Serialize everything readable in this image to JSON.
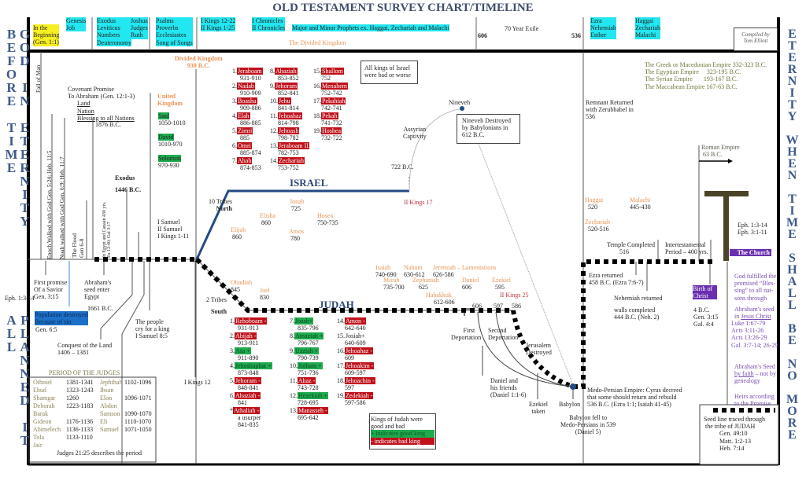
{
  "title": "OLD TESTAMENT SURVEY CHART/TIMELINE",
  "left_banner": {
    "top": "GOD IN ETERNITY BEFORE TIME",
    "ref": "Eph. 1:3-14",
    "bottom": "PLANNED IT ALL"
  },
  "right_banner": "ETERNITY WHEN TIME SHALL BE NO MORE",
  "colors": {
    "good": "#1faa4e",
    "bad": "#c0101a",
    "israel": "#234a82",
    "purple": "#6a2fb0",
    "cyan": "#22e6f0",
    "yellow": "#f7f020"
  },
  "header": {
    "beginning": [
      "In the",
      "Beginning",
      "(Gen. 1:1)"
    ],
    "genesis": [
      "Genesis",
      "Job"
    ],
    "pentateuch": [
      "Exodus",
      "Leviticus",
      "Numbers",
      "Deuteronomy"
    ],
    "history": [
      "Joshua",
      "Judges",
      "Ruth"
    ],
    "poetry": [
      "Psalms",
      "Proverbs",
      "Ecclesiastes",
      "Song of Songs"
    ],
    "kings": [
      "I Kings 12-22",
      "II Kings 1-25"
    ],
    "chronicles": [
      "I Chronicles",
      "II Chronicles"
    ],
    "prophets": "Major and Minor Prophets ex. Haggai, Zechariah and Malachi",
    "divided": "The Divided Kingdom",
    "exile_start": "606",
    "exile": "70 Year Exile",
    "exile_end": "536",
    "return_books": [
      "Ezra",
      "Nehemiah",
      "Esther"
    ],
    "post_prophets": [
      "Haggai",
      "Zechariah",
      "Malachi"
    ],
    "compiled": [
      "Compiled by",
      "Tom Elliott"
    ]
  },
  "early": {
    "fall": "Fall of Man",
    "enoch": "Enoch Walked with God Gen. 5:24; Heb. 11:5",
    "noah": "Noah walked with God Gen. 6:9; Heb. 11:7",
    "flood": [
      "The Flood",
      "Gen 6-8"
    ],
    "egypt": [
      "In Egypt and Canaan 430 yrs.",
      "Ex 12:40; Gal 3:17"
    ],
    "covenant": [
      "Covenant Promise",
      "To Abraham   (Gen. 12:1-3)"
    ],
    "covenant_items": [
      "Land",
      "Nation",
      "Blessing to all Nations"
    ],
    "covenant_date": "1876 B.C.",
    "exodus": [
      "Exodus",
      "1446 B.C."
    ],
    "united": [
      "United",
      "Kingdom"
    ],
    "united_kings": [
      {
        "name": "Saul",
        "dates": "1050-1010"
      },
      {
        "name": "David",
        "dates": "1010-970"
      },
      {
        "name": "Solomon",
        "dates": "970-930"
      }
    ],
    "samuel": [
      "I Samuel",
      "II Samuel",
      "I Kings 1-11"
    ],
    "divided": [
      "Divided Kingdom",
      "930 B.C."
    ],
    "first_promise": [
      "First promise",
      "Of a Savior",
      "Gen. 3:15"
    ],
    "population": [
      "Population destroyed",
      "Because of sin"
    ],
    "population_ref": "Gen. 6:5",
    "abraham_egypt": [
      "Abraham's",
      "seed enter",
      "Egypt"
    ],
    "abraham_date": "1661 B.C.",
    "conquest": [
      "Conquest of the Land",
      "1406 – 1381"
    ],
    "people_cry": [
      "The people",
      "cry for a king",
      "I Samuel 8:5"
    ],
    "ikings12": "I Kings 12"
  },
  "judges": {
    "title": "PERIOD OF  THE JUDGES",
    "rows": [
      [
        "Othniel",
        "1381-1341",
        "Jephthah",
        "1102-1096"
      ],
      [
        "Ehud",
        "1323-1243",
        "Ibsan",
        ""
      ],
      [
        "Shamgar",
        "1260",
        "Elon",
        "1096-1071"
      ],
      [
        "Deborah",
        "1223-1183",
        "Abdon",
        ""
      ],
      [
        "Barak",
        "",
        "Samson",
        "1090-1070"
      ],
      [
        "Gideon",
        "1176-1136",
        "Eli",
        "1110-1070"
      ],
      [
        "Abimelech",
        "1136-1133",
        "Samuel",
        "1071-1050"
      ],
      [
        "Tola",
        "1133-1110",
        "",
        ""
      ],
      [
        "Jair",
        "",
        "",
        ""
      ]
    ],
    "footer": "Judges 21:25 describes the period"
  },
  "israel": {
    "label": "ISRAEL",
    "tribes": [
      "10 Tribes",
      "North"
    ],
    "note": "All kings of Israel were bad or worse",
    "end_ref": "II Kings 17",
    "end_date": "722 B.C.",
    "captivity": [
      "Assyrian",
      "Captivity"
    ],
    "nineveh": "Nineveh",
    "nineveh_note": "Nineveh Destroyed by Babylonians in 612 B.C.",
    "prophets": [
      {
        "name": "Elijah",
        "dates": "860"
      },
      {
        "name": "Elisha",
        "dates": "860"
      },
      {
        "name": "Jonah",
        "dates": "725"
      },
      {
        "name": "Amos",
        "dates": "780"
      },
      {
        "name": "Hosea",
        "dates": "750-735"
      }
    ],
    "kings": [
      [
        "1.",
        "Jeraboam",
        "931-910"
      ],
      [
        "2.",
        "Nadab",
        "910-909"
      ],
      [
        "3.",
        "Boasha",
        "909-886"
      ],
      [
        "4.",
        "Elah",
        "886-885"
      ],
      [
        "5.",
        "Zimri",
        "885"
      ],
      [
        "6.",
        "Omri",
        "885-874"
      ],
      [
        "7.",
        "Ahab",
        "874-853"
      ],
      [
        "8.",
        "Ahaziah",
        "853-852"
      ],
      [
        "9.",
        "Jehoram",
        "852-841"
      ],
      [
        "10.",
        "Jehu",
        "841-814"
      ],
      [
        "11.",
        "Jehoahaz",
        "814-798"
      ],
      [
        "12.",
        "Jehoash",
        "798-782"
      ],
      [
        "13.",
        "Jeraboam II",
        "782-753"
      ],
      [
        "14.",
        "Zechariah",
        "753-752"
      ],
      [
        "15.",
        "Shallom",
        "752"
      ],
      [
        "16.",
        "Menahem",
        "752-742"
      ],
      [
        "17.",
        "Pekahiah",
        "742-741"
      ],
      [
        "18.",
        "Pekah",
        "741-732"
      ],
      [
        "19.",
        "Hoshea",
        "732-722"
      ]
    ]
  },
  "judah": {
    "label": "JUDAH",
    "tribes": [
      "2 Tribes",
      "South"
    ],
    "prophets_early": [
      {
        "name": "Obadiah",
        "dates": "845"
      },
      {
        "name": "Joel",
        "dates": "830"
      }
    ],
    "prophets": [
      {
        "name": "Isaiah",
        "dates": "740-690"
      },
      {
        "name": "Nahum",
        "dates": "630-612"
      },
      {
        "name": "Jeremiah – Lamentations",
        "dates": "626-586"
      },
      {
        "name": "Micah",
        "dates": "735-700"
      },
      {
        "name": "Zephaniah",
        "dates": "625"
      },
      {
        "name": "Daniel",
        "dates": "606"
      },
      {
        "name": "Ezekiel",
        "dates": "595"
      },
      {
        "name": "Habakkuk",
        "dates": "612-606"
      }
    ],
    "end_ref": "II Kings 25",
    "dates": [
      "606",
      "597",
      "586"
    ],
    "first_dep": [
      "First",
      "Deportation"
    ],
    "second_dep": [
      "Second",
      "Deportation"
    ],
    "jerusalem": [
      "Jerusalem",
      "Destroyed"
    ],
    "daniel": [
      "Daniel and",
      "his friends",
      "(Daniel 1:1-6)"
    ],
    "ezekiel": [
      "Ezekiel",
      "taken"
    ],
    "babylon": "Babylon",
    "babylon_fell": [
      "Babylon fell to",
      "Medo-Persians in 539",
      "(Daniel 5)"
    ],
    "legend": {
      "title": [
        "Kings of Judah were",
        "good and bad"
      ],
      "good": "+ indicates good king",
      "bad": "-  indicates bad king"
    },
    "kings": [
      [
        "1.",
        "Rehoboam -",
        "931-913",
        false
      ],
      [
        "2.",
        "Abijah -",
        "913-911",
        false
      ],
      [
        "3.",
        "Asa +",
        "911-890",
        true
      ],
      [
        "4.",
        "Jehoshaphat +",
        "873-848",
        true
      ],
      [
        "5.",
        "Jehoram -",
        "848-841",
        false
      ],
      [
        "6.",
        "Ahaziah -",
        "841",
        false
      ],
      [
        "*",
        "Athaliah -",
        "a usurper 841-835",
        false
      ],
      [
        "7.",
        "Joash+",
        "835-796",
        true
      ],
      [
        "8.",
        "Amaziah +",
        "796-767",
        true
      ],
      [
        "9.",
        "Uzziah +",
        "790-739",
        true
      ],
      [
        "10.",
        "Jotham +",
        "751-736",
        true
      ],
      [
        "11.",
        "Ahaz -",
        "743-728",
        false
      ],
      [
        "12.",
        "Hezekiah +",
        "728-695",
        true
      ],
      [
        "13.",
        "Manasseh -",
        "695-642",
        false
      ],
      [
        "14.",
        "Amon -",
        "642-640",
        false
      ],
      [
        "15.",
        "Josiah+",
        "640-609",
        null
      ],
      [
        "16.",
        "Jehoahaz -",
        "609",
        false
      ],
      [
        "17.",
        "Jehoakim -",
        "609-597",
        false
      ],
      [
        "18.",
        "Jehoachin -",
        "597",
        false
      ],
      [
        "19.",
        "Zedekiah -",
        "597-586",
        false
      ]
    ]
  },
  "post_exile": {
    "empires": [
      "The Greek or Macedonian Empire 332-323 B.C.",
      "The Egyptian Empire     323-195 B.C.",
      "The Syrian Empire       193-167 B.C.",
      "The Maccabean Empire 167-63 B.C."
    ],
    "remnant": [
      "Remnant Returned",
      "with Zerubbabel in",
      "536"
    ],
    "roman": [
      "Roman Empire",
      "63 B.C."
    ],
    "prophets": [
      {
        "name": "Haggai",
        "dates": "520"
      },
      {
        "name": "Malachi",
        "dates": "445-430"
      },
      {
        "name": "Zechariah",
        "dates": "520-516"
      }
    ],
    "eph": [
      "Eph. 1:3-14",
      "Eph. 3:1-11"
    ],
    "temple": [
      "Temple Completed",
      "516"
    ],
    "intertestamental": [
      "Intertestamental",
      "Period – 400 yrs."
    ],
    "church": "The Church",
    "ezra": [
      "Ezra returned",
      "458 B.C. (Ezra 7:6-7)"
    ],
    "nehemiah": "Nehemiah returned",
    "walls": [
      "walls completed",
      "444 B.C. (Neh. 2)"
    ],
    "birth": [
      "Birth of",
      "Christ"
    ],
    "birth_refs": [
      "4 B.C.",
      "Gen. 3:15",
      "Gal. 4:4"
    ],
    "fulfilled": [
      "God fulfilled the",
      "promised “Bles-",
      "sing” to all nat-",
      "sons through"
    ],
    "abraham_seed": [
      "Abraham's seed",
      "in"
    ],
    "jesus": "Jesus Christ",
    "refs": [
      "Luke 1:67-79",
      "Acts 3:11-26",
      "Acts 13:26-29",
      "Gal. 3:7-14; 26-29"
    ],
    "by_faith": [
      "Abraham's Seed",
      "by faith",
      "– not by",
      "genealogy"
    ],
    "heirs": [
      "Heirs according",
      "to the Promise"
    ],
    "medo": [
      "Medo-Persian Empire: Cyrus decreed",
      "that some should return and rebuild",
      "536 B.C. (Ezra 1:1;  Isaiah 41-45)"
    ],
    "seed_line": [
      "Seed line traced through",
      "the tribe of JUDAH",
      "Gen. 49:10",
      "Matt. 1:2-13",
      "Heb. 7:14"
    ]
  }
}
